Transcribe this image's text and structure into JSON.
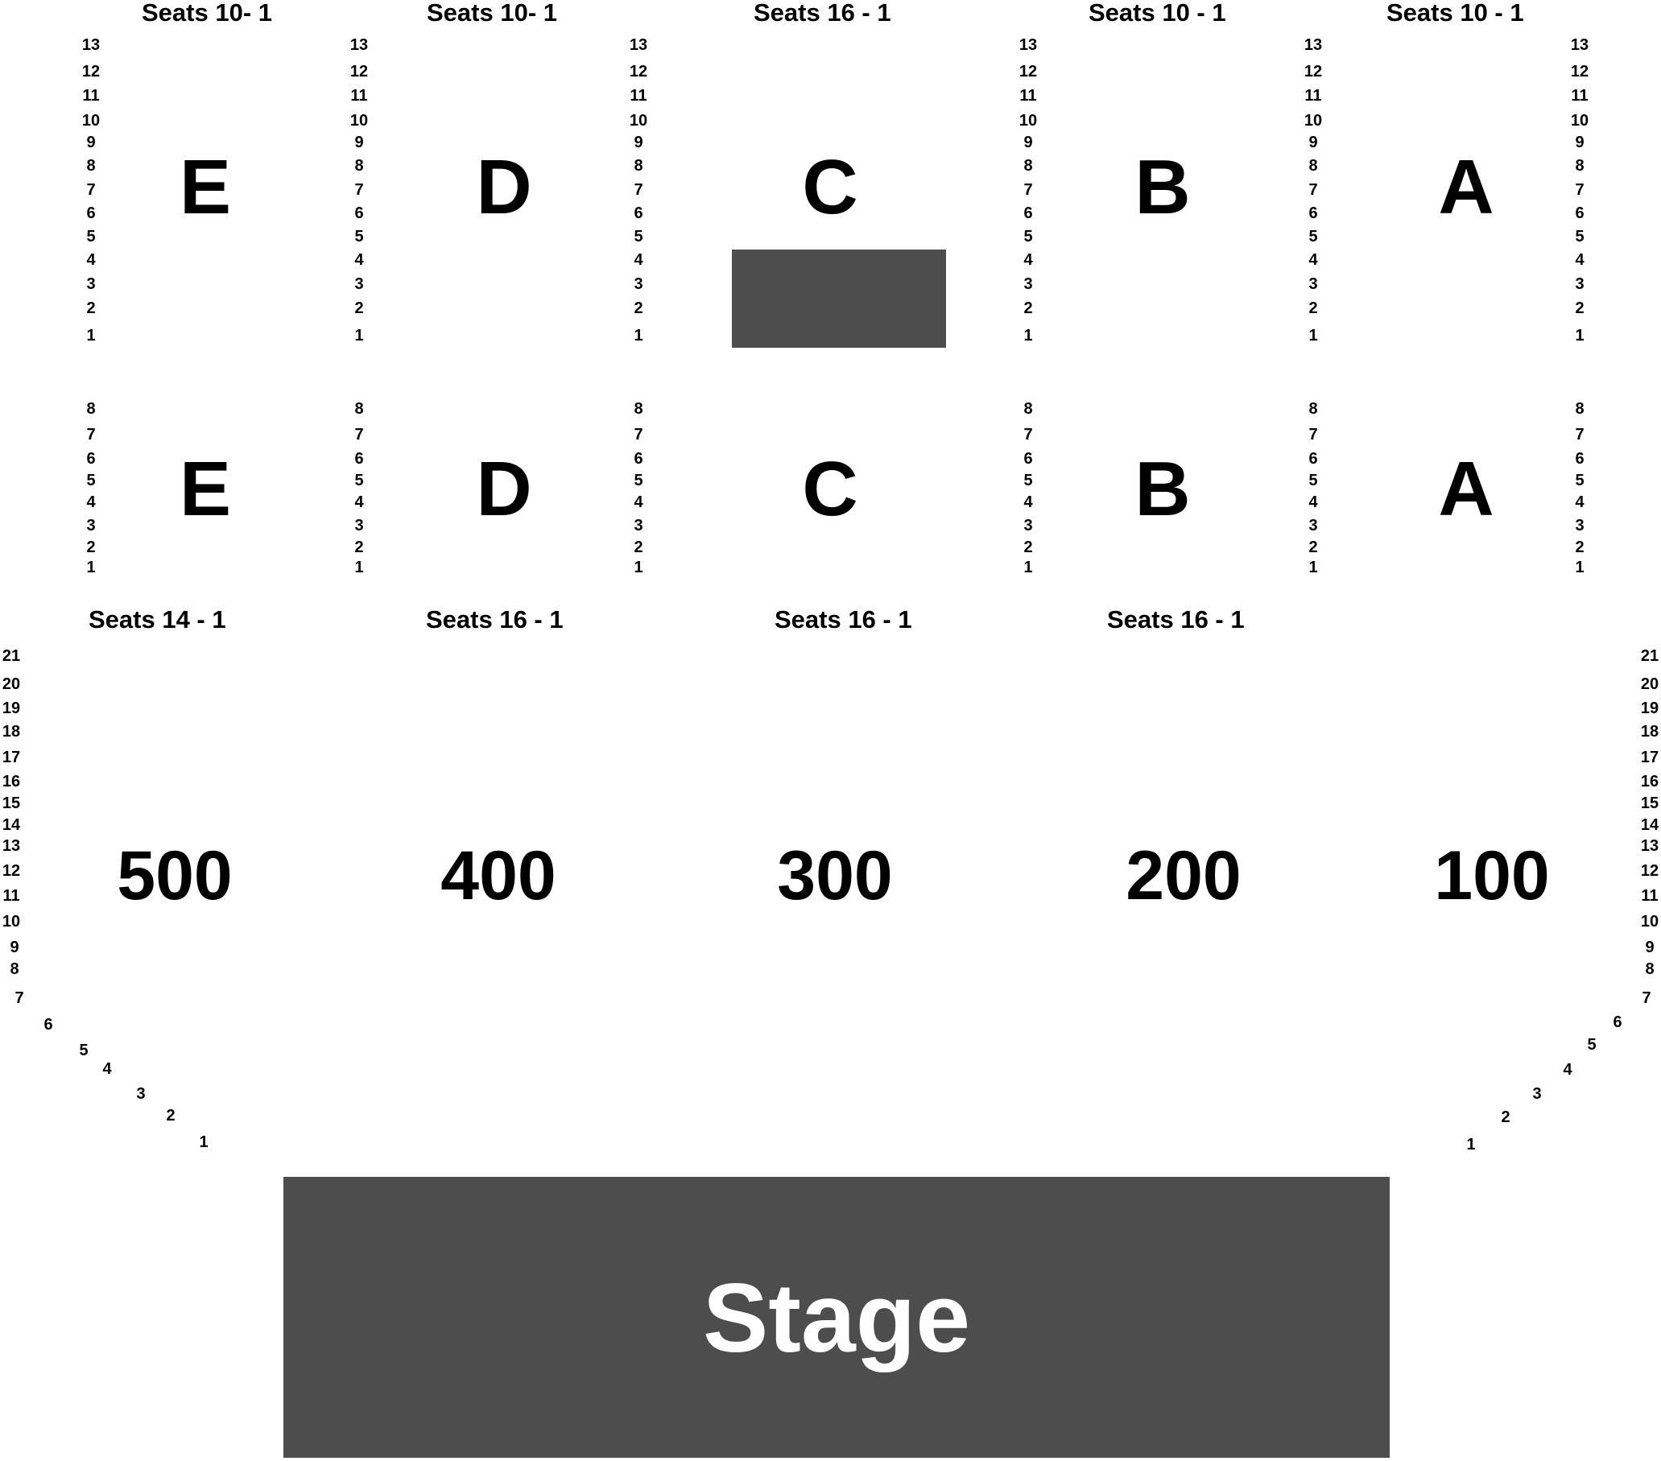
{
  "seat_ranges_top": [
    "Seats 10- 1",
    "Seats 10- 1",
    "Seats 16 - 1",
    "Seats 10 - 1",
    "Seats 10 - 1"
  ],
  "seat_ranges_middle": [
    "Seats 14 - 1",
    "Seats 16 - 1",
    "Seats 16 - 1",
    "Seats 16 - 1"
  ],
  "rear_sections_upper": [
    "E",
    "D",
    "C",
    "B",
    "A"
  ],
  "rear_sections_lower": [
    "E",
    "D",
    "C",
    "B",
    "A"
  ],
  "floor_sections": [
    "500",
    "400",
    "300",
    "200",
    "100"
  ],
  "upper_row_numbers": [
    "13",
    "12",
    "11",
    "10",
    "9",
    "8",
    "7",
    "6",
    "5",
    "4",
    "3",
    "2",
    "1"
  ],
  "lower_row_numbers": [
    "8",
    "7",
    "6",
    "5",
    "4",
    "3",
    "2",
    "1"
  ],
  "floor_row_numbers": [
    "21",
    "20",
    "19",
    "18",
    "17",
    "16",
    "15",
    "14",
    "13",
    "12",
    "11",
    "10",
    "9",
    "8",
    "7",
    "6",
    "5",
    "4",
    "3",
    "2",
    "1"
  ],
  "stage": {
    "label": "Stage"
  },
  "colors": {
    "block": "#4d4d4d",
    "stage_text": "#ffffff",
    "text": "#000000"
  }
}
